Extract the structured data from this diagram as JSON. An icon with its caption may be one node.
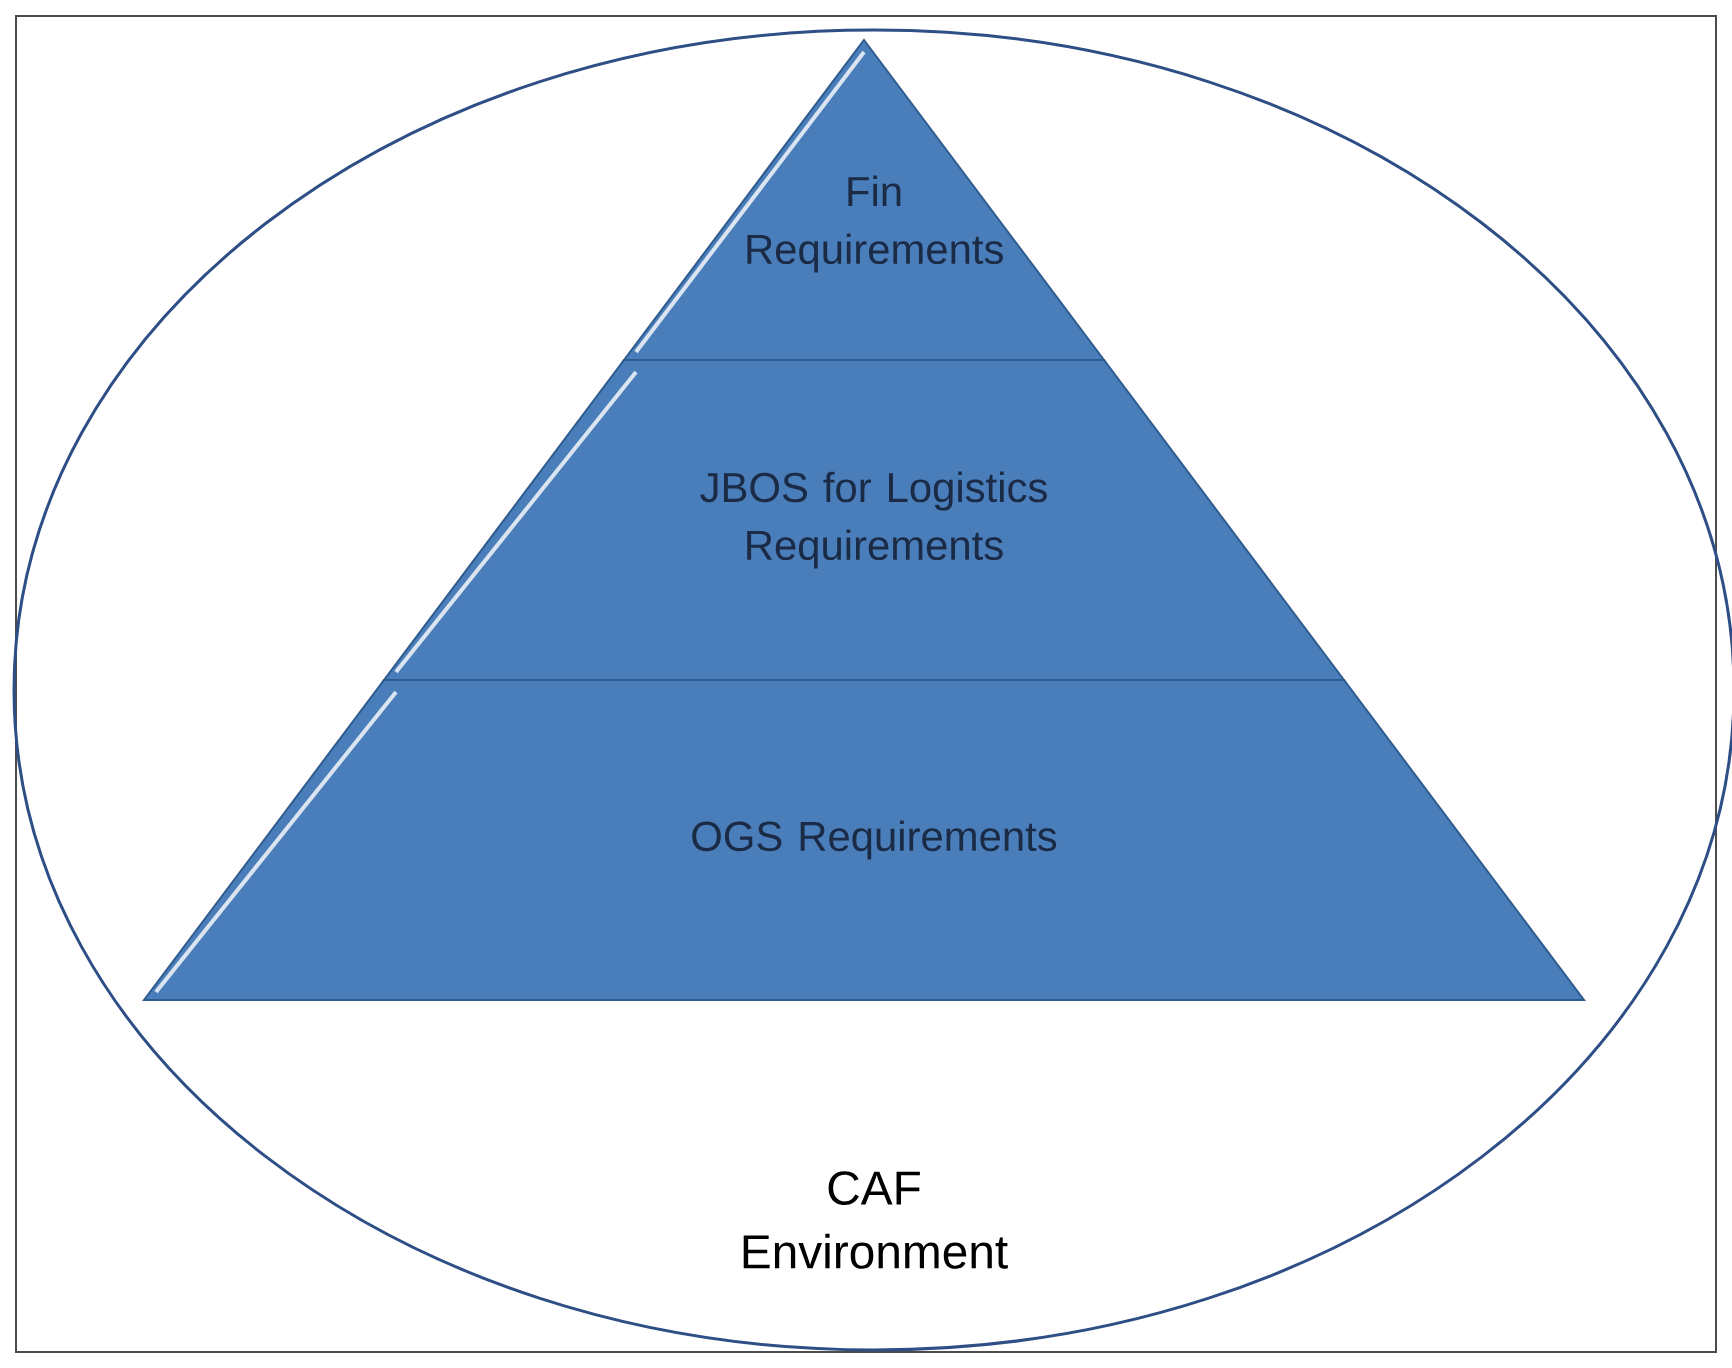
{
  "diagram": {
    "nodes": [
      {
        "text": [
          "CAF Environment"
        ]
      },
      {
        "text": [
          "Fin Requirements"
        ],
        "in": 0
      },
      {
        "text": [
          "JBOS for Logistics Requirements"
        ],
        "in": 0
      },
      {
        "text": [
          "OGS Requirements"
        ],
        "in": 0
      }
    ]
  }
}
